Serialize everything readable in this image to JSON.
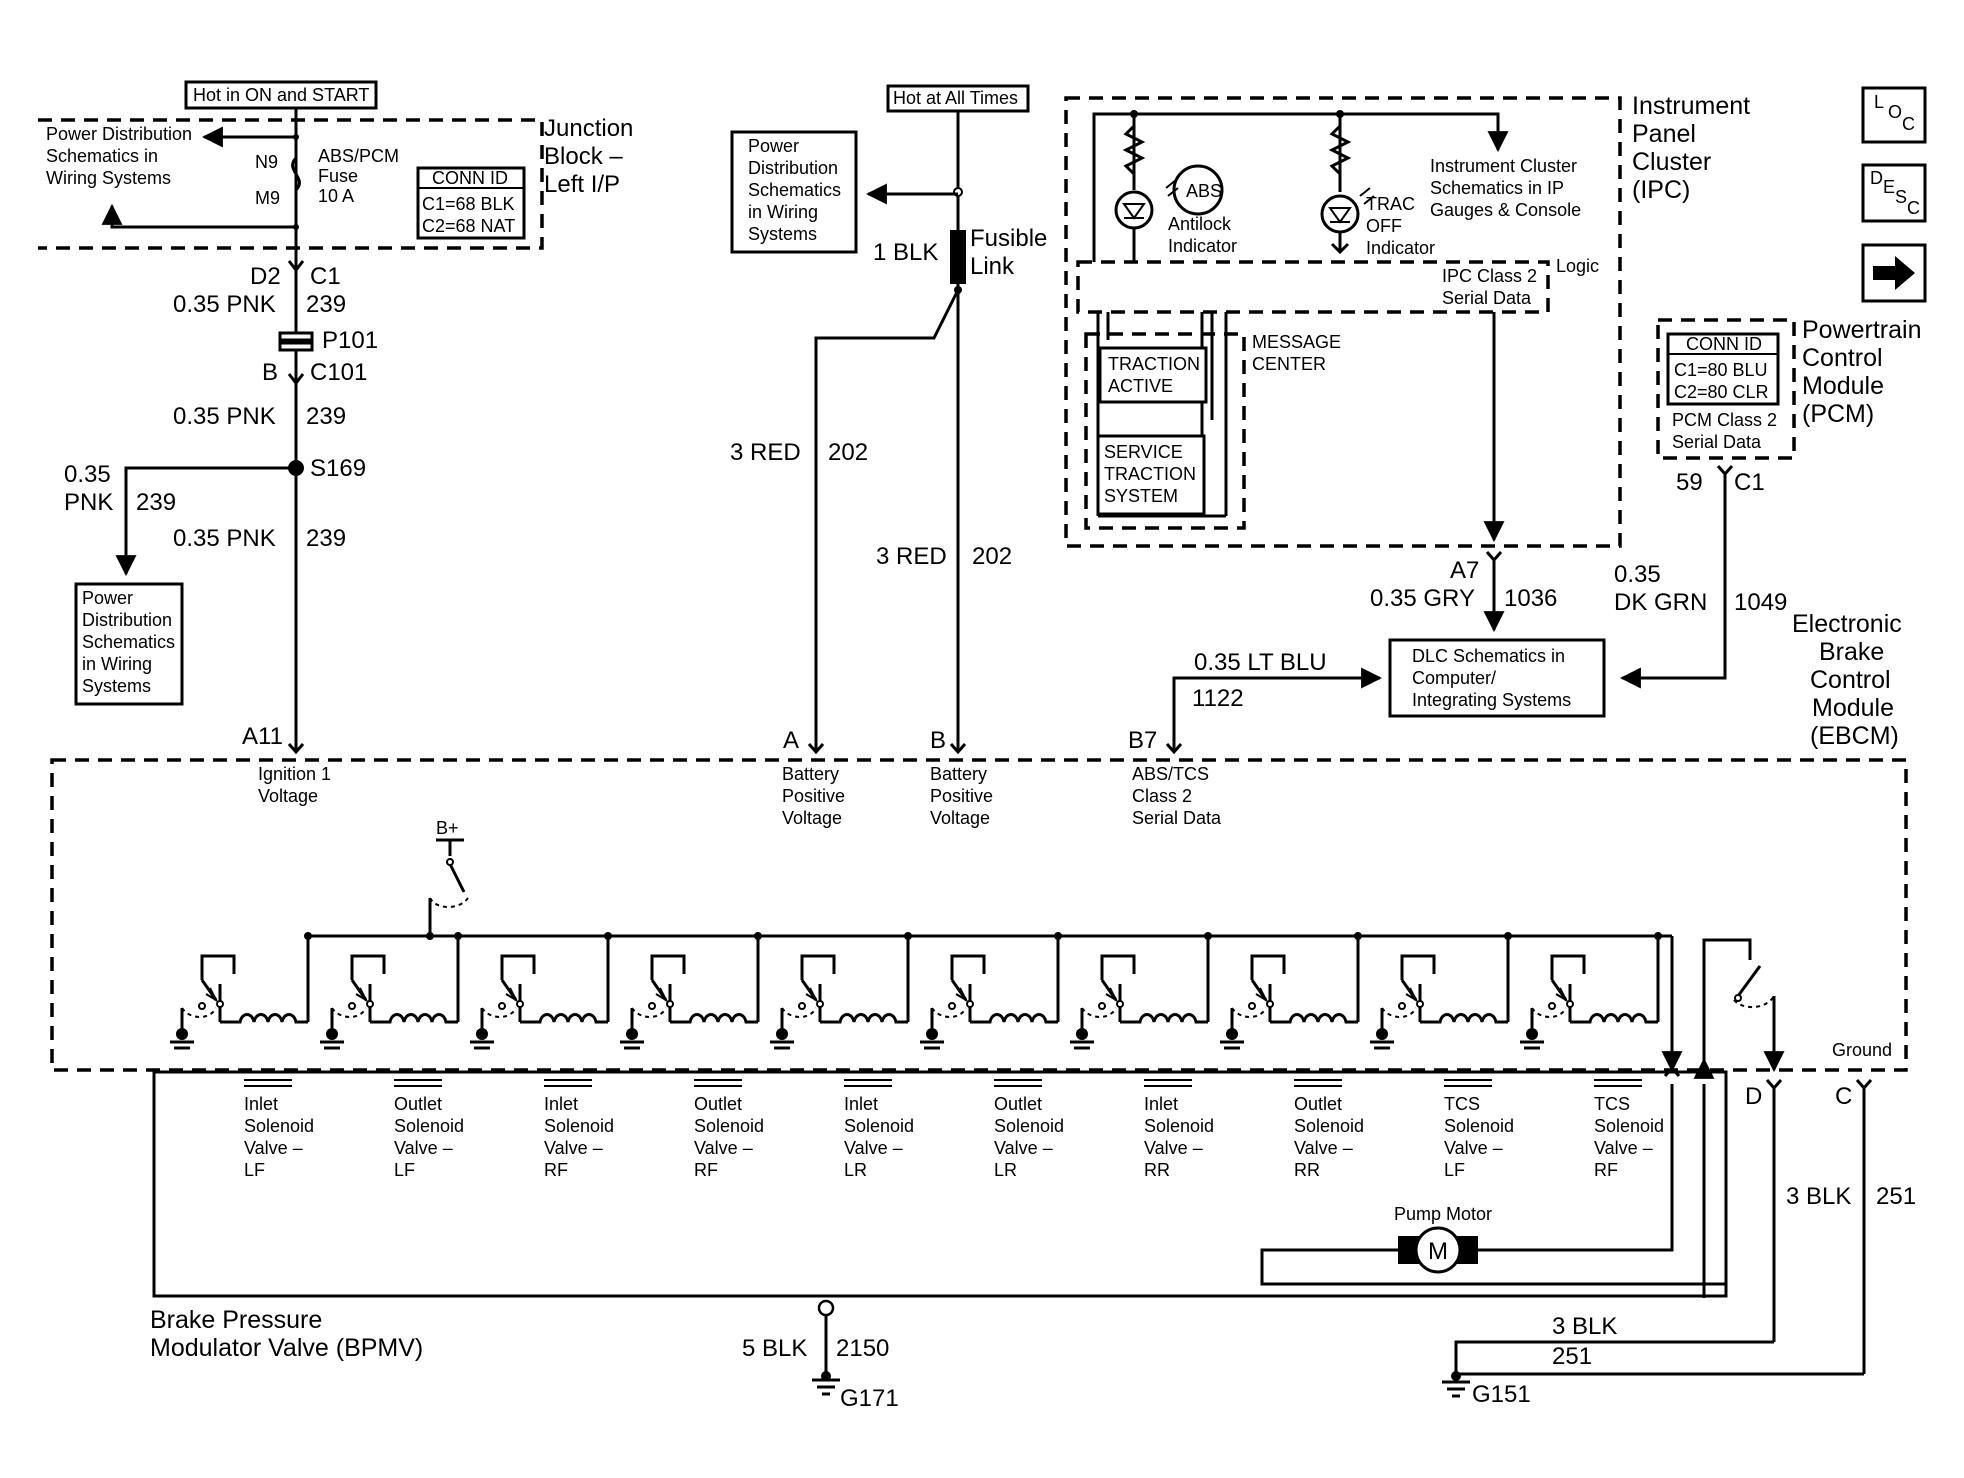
{
  "nav": {
    "loc": "LOC",
    "desc": "DESC"
  },
  "junction": {
    "hot_label": "Hot in ON and START",
    "power_dist": [
      "Power Distribution",
      "Schematics in",
      "Wiring Systems"
    ],
    "n9": "N9",
    "m9": "M9",
    "fuse": [
      "ABS/PCM",
      "Fuse",
      "10 A"
    ],
    "conn_title": "CONN ID",
    "conn_c1": "C1=68 BLK",
    "conn_c2": "C2=68 NAT",
    "block_name": [
      "Junction",
      "Block –",
      "Left I/P"
    ]
  },
  "ign": {
    "d2": "D2",
    "c1": "C1",
    "wire1": "0.35 PNK",
    "ckt1": "239",
    "p101": "P101",
    "b": "B",
    "c101": "C101",
    "wire2": "0.35 PNK",
    "ckt2": "239",
    "s169": "S169",
    "branch_w1": "0.35",
    "branch_w2": "PNK",
    "branch_ckt": "239",
    "wire3": "0.35 PNK",
    "ckt3": "239",
    "pd_box": [
      "Power",
      "Distribution",
      "Schematics",
      "in Wiring",
      "Systems"
    ],
    "pin": "A11",
    "pin_label": [
      "Ignition 1",
      "Voltage"
    ]
  },
  "battery": {
    "hot_label": "Hot at All Times",
    "pd_box": [
      "Power",
      "Distribution",
      "Schematics",
      "in Wiring",
      "Systems"
    ],
    "fusible_wire": "1 BLK",
    "fusible": [
      "Fusible",
      "Link"
    ],
    "wire_a": "3 RED",
    "ckt_a": "202",
    "wire_b": "3 RED",
    "ckt_b": "202",
    "pin_a": "A",
    "pin_b": "B",
    "label_a": [
      "Battery",
      "Positive",
      "Voltage"
    ],
    "label_b": [
      "Battery",
      "Positive",
      "Voltage"
    ]
  },
  "ipc": {
    "name": [
      "Instrument",
      "Panel",
      "Cluster",
      "(IPC)"
    ],
    "abs_text": "ABS",
    "antilock": [
      "Antilock",
      "Indicator"
    ],
    "trac": [
      "TRAC",
      "OFF",
      "Indicator"
    ],
    "cluster_ref": [
      "Instrument Cluster",
      "Schematics in IP",
      "Gauges & Console"
    ],
    "logic": "Logic",
    "serial": [
      "IPC Class 2",
      "Serial Data"
    ],
    "msg_center": [
      "MESSAGE",
      "CENTER"
    ],
    "traction_active": [
      "TRACTION",
      "ACTIVE"
    ],
    "service_traction": [
      "SERVICE",
      "TRACTION",
      "SYSTEM"
    ],
    "a7": "A7",
    "wire": "0.35 GRY",
    "ckt": "1036"
  },
  "pcm": {
    "name": [
      "Powertrain",
      "Control",
      "Module",
      "(PCM)"
    ],
    "conn_title": "CONN ID",
    "conn_c1": "C1=80 BLU",
    "conn_c2": "C2=80 CLR",
    "serial": [
      "PCM Class 2",
      "Serial Data"
    ],
    "pin": "59",
    "conn": "C1",
    "wire1": "0.35",
    "wire2": "DK GRN",
    "ckt": "1049"
  },
  "dlc": {
    "box": [
      "DLC Schematics in",
      "Computer/",
      "Integrating Systems"
    ],
    "wire": "0.35 LT BLU",
    "ckt": "1122",
    "pin": "B7",
    "pin_label": [
      "ABS/TCS",
      "Class 2",
      "Serial Data"
    ]
  },
  "ebcm": {
    "name": [
      "Electronic",
      "Brake",
      "Control",
      "Module",
      "(EBCM)"
    ],
    "bplus": "B+",
    "ground": "Ground"
  },
  "bpmv": {
    "name": [
      "Brake Pressure",
      "Modulator Valve (BPMV)"
    ],
    "valves": [
      [
        "Inlet",
        "Solenoid",
        "Valve –",
        "LF"
      ],
      [
        "Outlet",
        "Solenoid",
        "Valve –",
        "LF"
      ],
      [
        "Inlet",
        "Solenoid",
        "Valve –",
        "RF"
      ],
      [
        "Outlet",
        "Solenoid",
        "Valve –",
        "RF"
      ],
      [
        "Inlet",
        "Solenoid",
        "Valve –",
        "LR"
      ],
      [
        "Outlet",
        "Solenoid",
        "Valve –",
        "LR"
      ],
      [
        "Inlet",
        "Solenoid",
        "Valve –",
        "RR"
      ],
      [
        "Outlet",
        "Solenoid",
        "Valve –",
        "RR"
      ],
      [
        "TCS",
        "Solenoid",
        "Valve –",
        "LF"
      ],
      [
        "TCS",
        "Solenoid",
        "Valve –",
        "RF"
      ]
    ],
    "pump": "Pump Motor",
    "motor": "M",
    "pin_d": "D",
    "pin_c": "C"
  },
  "grounds": {
    "g171_wire": "5 BLK",
    "g171_ckt": "2150",
    "g171": "G171",
    "g151_wire_a": "3 BLK",
    "g151_ckt_a": "251",
    "g151_wire_b": "3 BLK",
    "g151_ckt_b": "251",
    "g151": "G151"
  }
}
